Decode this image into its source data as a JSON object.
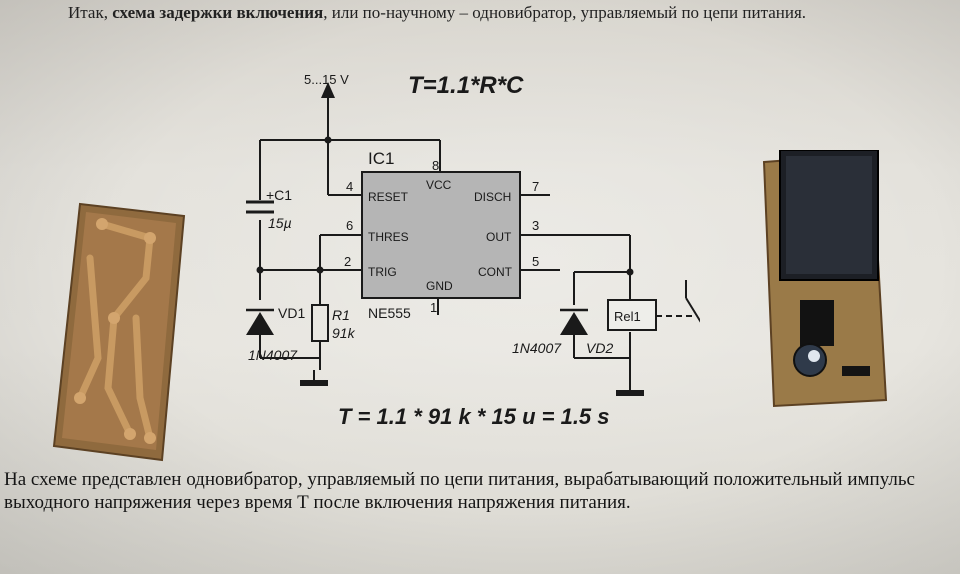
{
  "intro": {
    "prefix": "Итак, ",
    "bold": "схема задержки включения",
    "suffix": ", или по-научному – одновибратор, управляемый по цепи питания."
  },
  "formula_top": "T=1.1*R*C",
  "formula_bottom": "T = 1.1 * 91 k * 15 u = 1.5 s",
  "schematic": {
    "supply": "5...15 V",
    "ic_ref": "IC1",
    "ic_part": "NE555",
    "pins": {
      "reset": "RESET",
      "vcc": "VCC",
      "disch": "DISCH",
      "thres": "THRES",
      "out": "OUT",
      "trig": "TRIG",
      "gnd": "GND",
      "cont": "CONT"
    },
    "pin_numbers": {
      "p8": "8",
      "p4": "4",
      "p7": "7",
      "p6": "6",
      "p3": "3",
      "p2": "2",
      "p5": "5",
      "p1": "1"
    },
    "c1_label": "+C1",
    "c1_value": "15µ",
    "vd1": "VD1",
    "vd1_part": "1N4007",
    "r1": "R1",
    "r1_value": "91k",
    "vd2_part": "1N4007",
    "vd2": "VD2",
    "relay": "Rel1"
  },
  "caption": "На схеме представлен одновибратор, управляемый по цепи питания, вырабатывающий положительный импульс выходного напряжения через время Т после включения напряжения питания."
}
